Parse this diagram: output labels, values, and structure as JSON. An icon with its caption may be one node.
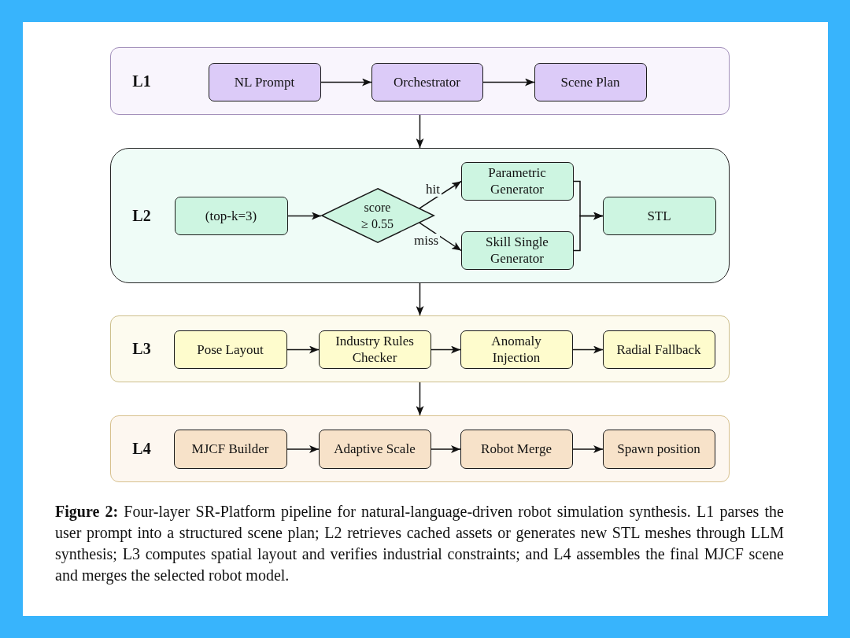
{
  "diagram": {
    "caption": "**Figure 2:** Four-layer SR-Platform pipeline for natural-language-driven robot simulation synthesis. L1 parses the user prompt into a structured scene plan; L2 retrieves cached assets or generates new STL meshes through LLM synthesis; L3 computes spatial layout and verifies industrial constraints; and L4 assembles the final MJCF scene and merges the selected robot model.",
    "nodes": [
      {
        "text": [
          "L1"
        ]
      },
      {
        "text": [
          "NL Prompt"
        ],
        "in": 0
      },
      {
        "text": [
          "Orchestrator"
        ],
        "in": 0
      },
      {
        "text": [
          "Scene Plan"
        ],
        "in": 0
      },
      {
        "text": [
          "L2"
        ]
      },
      {
        "text": [
          "(top-k=3)"
        ],
        "in": 4
      },
      {
        "text": [
          "score ≥ 0.55"
        ],
        "in": 4
      },
      {
        "text": [
          "Parametric Generator"
        ],
        "in": 4
      },
      {
        "text": [
          "Skill Single Generator"
        ],
        "in": 4
      },
      {
        "text": [
          "STL"
        ],
        "in": 4
      },
      {
        "text": [
          "L3"
        ]
      },
      {
        "text": [
          "Pose Layout"
        ],
        "in": 10
      },
      {
        "text": [
          "Industry Rules Checker"
        ],
        "in": 10
      },
      {
        "text": [
          "Anomaly Injection"
        ],
        "in": 10
      },
      {
        "text": [
          "Radial Fallback"
        ],
        "in": 10
      },
      {
        "text": [
          "L4"
        ]
      },
      {
        "text": [
          "MJCF Builder"
        ],
        "in": 15
      },
      {
        "text": [
          "Adaptive Scale"
        ],
        "in": 15
      },
      {
        "text": [
          "Robot Merge"
        ],
        "in": 15
      },
      {
        "text": [
          "Spawn position"
        ],
        "in": 15
      }
    ],
    "edges": [
      {
        "from": 1,
        "to": 2,
        "arrow": "to"
      },
      {
        "from": 2,
        "to": 3,
        "arrow": "to"
      },
      {
        "from": 0,
        "to": 4,
        "arrow": "to"
      },
      {
        "from": 5,
        "to": 6,
        "arrow": "to"
      },
      {
        "from": 6,
        "to": 7,
        "arrow": "to",
        "label": "hit"
      },
      {
        "from": 6,
        "to": 8,
        "arrow": "to",
        "label": "miss"
      },
      {
        "from": 7,
        "to": 9,
        "arrow": "to"
      },
      {
        "from": 8,
        "to": 9,
        "arrow": "to"
      },
      {
        "from": 4,
        "to": 10,
        "arrow": "to"
      },
      {
        "from": 11,
        "to": 12,
        "arrow": "to"
      },
      {
        "from": 12,
        "to": 13,
        "arrow": "to"
      },
      {
        "from": 13,
        "to": 14,
        "arrow": "to"
      },
      {
        "from": 10,
        "to": 15,
        "arrow": "to"
      },
      {
        "from": 16,
        "to": 17,
        "arrow": "to"
      },
      {
        "from": 17,
        "to": 18,
        "arrow": "to"
      },
      {
        "from": 18,
        "to": 19,
        "arrow": "to"
      }
    ]
  }
}
